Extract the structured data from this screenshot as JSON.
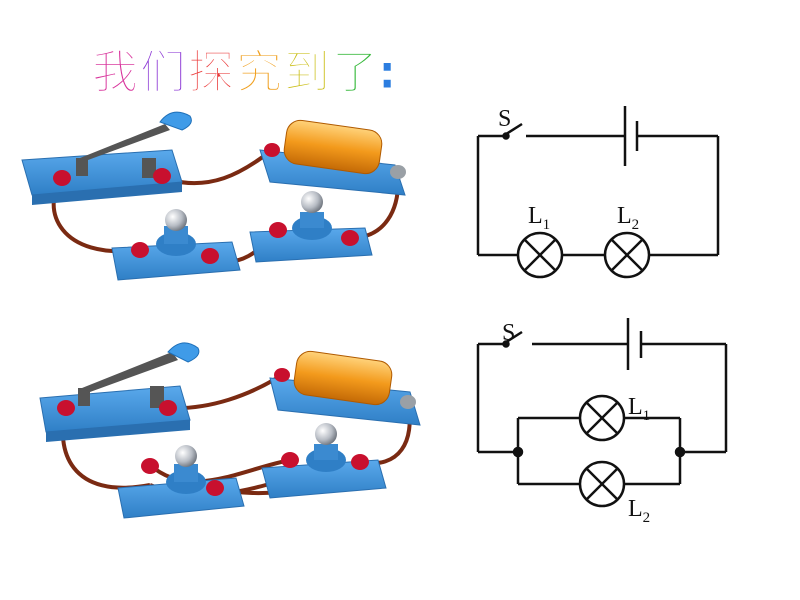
{
  "title": {
    "chars": [
      "我",
      "们",
      "探",
      "究",
      "到",
      "了",
      ":"
    ],
    "colors": [
      "#d8329b",
      "#8e3bd6",
      "#ea3a3a",
      "#f0a020",
      "#d6c814",
      "#35b83a",
      "#2c7de0"
    ]
  },
  "series_circuit": {
    "switch_label": "S",
    "lamp1_label": "L",
    "lamp1_sub": "1",
    "lamp2_label": "L",
    "lamp2_sub": "2"
  },
  "parallel_circuit": {
    "switch_label": "S",
    "lamp1_label": "L",
    "lamp1_sub": "1",
    "lamp2_label": "L",
    "lamp2_sub": "2"
  },
  "colors": {
    "board": "#3d8fd6",
    "board_dark": "#2a6fb0",
    "terminal": "#c8102e",
    "wire": "#7a2a12",
    "battery": "#f39a1c",
    "handle": "#3f9be8",
    "schematic": "#111111"
  }
}
